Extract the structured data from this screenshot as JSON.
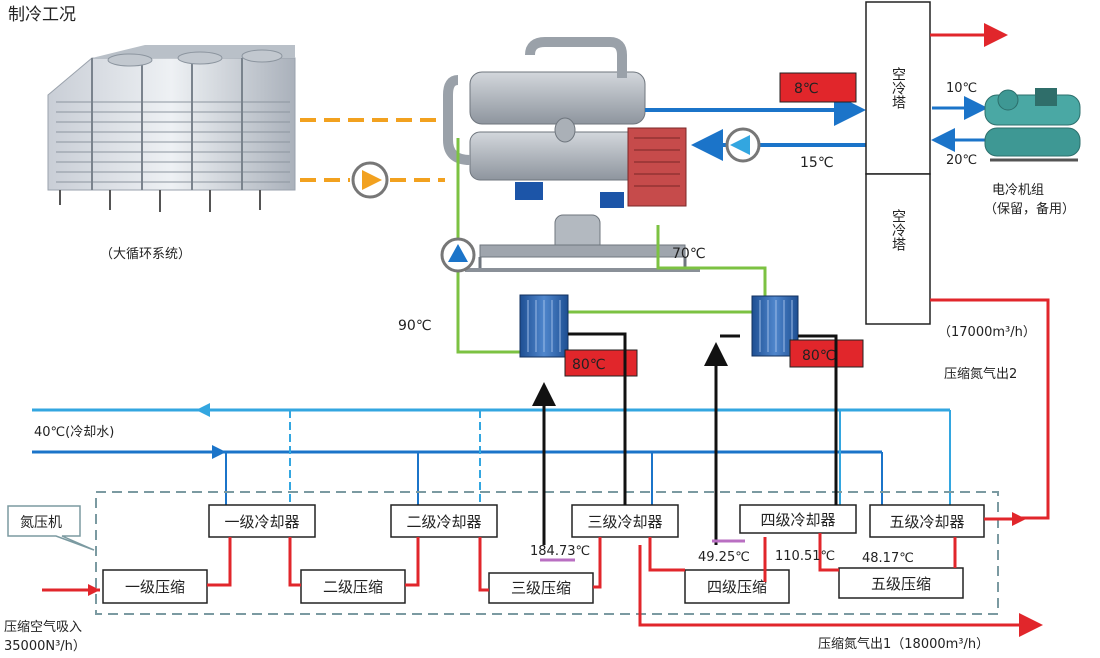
{
  "title": "制冷工况",
  "colors": {
    "hot": "#e1262b",
    "cold": "#1b74c9",
    "cold_light": "#33a6e0",
    "green": "#7cc242",
    "orange": "#f2a11f",
    "black": "#111111",
    "purple": "#b96fc2"
  },
  "labels": {
    "big_loop": "（大循环系统）",
    "air_tower_top": "空冷塔",
    "air_tower_bottom": "空冷塔",
    "electric_chiller": "电冷机组",
    "electric_chiller_note": "（保留，备用）",
    "flow_17000": "（17000m³/h）",
    "n2_out2": "压缩氮气出2",
    "n2_out1": "压缩氮气出1（18000m³/h）",
    "air_in": "压缩空气吸入",
    "air_in_flow": "35000N³/h）",
    "cooling_water": "40℃(冷却水)",
    "compressor_group": "氮压机"
  },
  "temps": {
    "t8": "8℃",
    "t10": "10℃",
    "t15": "15℃",
    "t20": "20℃",
    "t70": "70℃",
    "t90": "90℃",
    "t80a": "80℃",
    "t80b": "80℃",
    "t184": "184.73℃",
    "t4925": "49.25℃",
    "t11051": "110.51℃",
    "t4817": "48.17℃"
  },
  "coolers": [
    "一级冷却器",
    "二级冷却器",
    "三级冷却器",
    "四级冷却器",
    "五级冷却器"
  ],
  "compressors": [
    "一级压缩",
    "二级压缩",
    "三级压缩",
    "四级压缩",
    "五级压缩"
  ],
  "icons": [
    "cooling-tower-icon",
    "absorption-chiller-icon",
    "plate-heat-exchanger-icon",
    "pump-icon",
    "electric-chiller-icon"
  ]
}
